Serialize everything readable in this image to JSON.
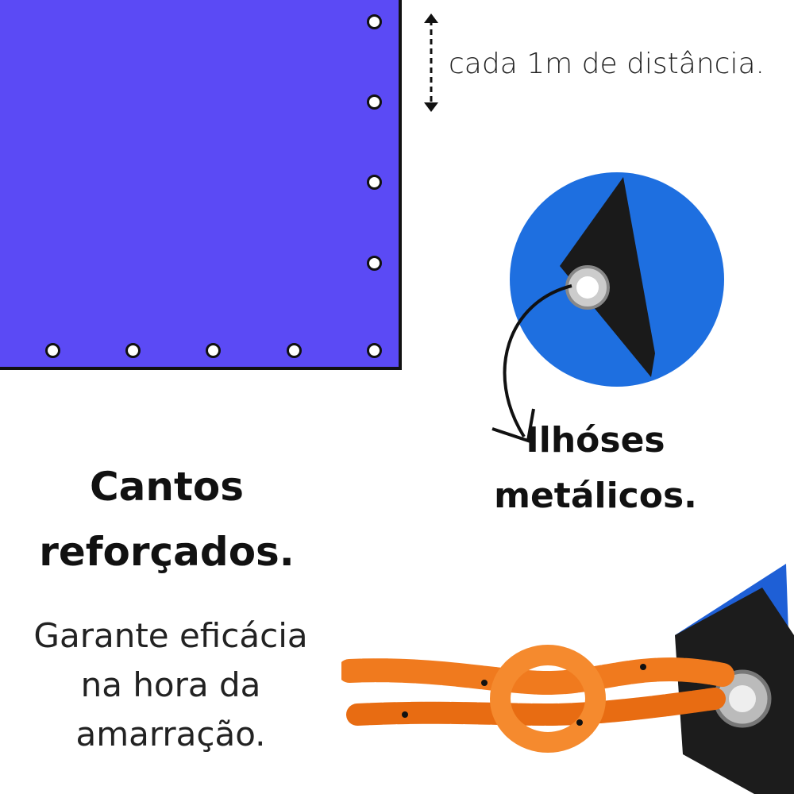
{
  "spacing_label": "cada 1m de distância.",
  "eyelets_title": [
    "Ilhóses",
    "metálicos."
  ],
  "corners_title": [
    "Cantos",
    "reforçados."
  ],
  "corners_desc": [
    "Garante eficácia",
    "na hora da",
    "amarração."
  ],
  "colors": {
    "tarp": "#5b4af5",
    "tarp_photo": "#1e6fe0",
    "rope": "#f07a1e"
  }
}
